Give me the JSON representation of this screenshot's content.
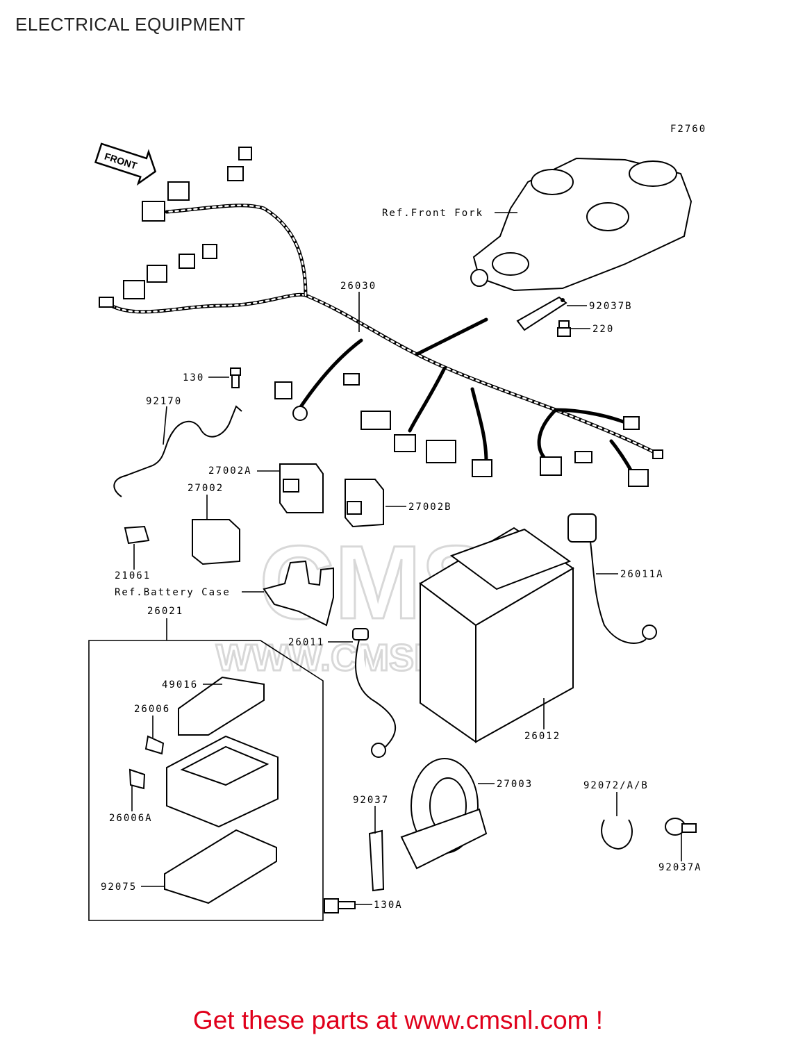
{
  "header": {
    "title": "ELECTRICAL EQUIPMENT"
  },
  "figure": {
    "code": "F2760",
    "front_arrow": "FRONT"
  },
  "watermark": {
    "brand": "CMS",
    "url": "WWW.CMSNL.COM"
  },
  "labels": {
    "ref_front_fork": "Ref.Front Fork",
    "p26030": "26030",
    "p92037B": "92037B",
    "p220": "220",
    "p130": "130",
    "p92170": "92170",
    "p27002A": "27002A",
    "p27002": "27002",
    "p27002B": "27002B",
    "p21061": "21061",
    "ref_battery_case": "Ref.Battery Case",
    "p26021": "26021",
    "p26011A": "26011A",
    "p26011": "26011",
    "p49016": "49016",
    "p26006": "26006",
    "p26006A": "26006A",
    "p26012": "26012",
    "p92037": "92037",
    "p27003": "27003",
    "p92072AB": "92072/A/B",
    "p92037A": "92037A",
    "p92075": "92075",
    "p130A": "130A"
  },
  "footer": {
    "cta": "Get these parts at www.cmsnl.com !",
    "cta_color": "#e0001b"
  }
}
